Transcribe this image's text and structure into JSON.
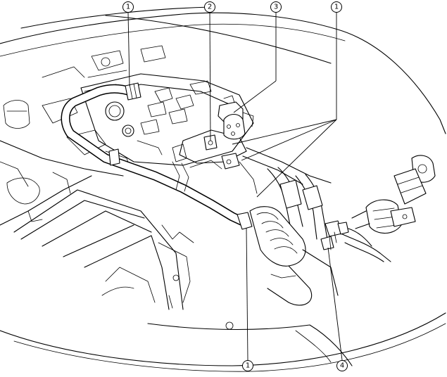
{
  "callouts": [
    {
      "id": "c1a",
      "label": "1"
    },
    {
      "id": "c2",
      "label": "2"
    },
    {
      "id": "c3",
      "label": "3"
    },
    {
      "id": "c1b",
      "label": "1"
    },
    {
      "id": "c1c",
      "label": "1"
    },
    {
      "id": "c4",
      "label": "4"
    }
  ]
}
